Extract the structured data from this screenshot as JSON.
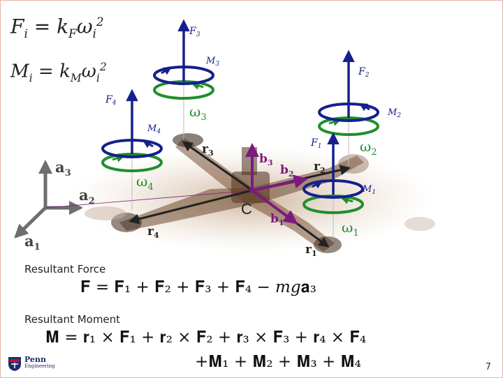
{
  "equations": {
    "force_lhs": "F",
    "force_sub": "i",
    "force_mid": " = k",
    "force_k_sub": "F",
    "force_omega": "ω",
    "force_omega_sub": "i",
    "force_omega_sup": "2",
    "moment_lhs": "M",
    "moment_sub": "i",
    "moment_mid": " = k",
    "moment_k_sub": "M",
    "moment_omega": "ω",
    "moment_omega_sub": "i",
    "moment_omega_sup": "2"
  },
  "headings": {
    "resultant_force": "Resultant Force",
    "resultant_moment": "Resultant Moment"
  },
  "resultant_force_eq": "𝐅 = 𝐅₁ + 𝐅₂ + 𝐅₃ + 𝐅₄ − 𝑚𝑔𝐚₃",
  "resultant_moment_eq_line1": "𝐌 = 𝐫₁ × 𝐅₁ + 𝐫₂ × 𝐅₂ + 𝐫₃ × 𝐅₃ + 𝐫₄ × 𝐅₄",
  "resultant_moment_eq_line2": "+𝐌₁ + 𝐌₂ + 𝐌₃ + 𝐌₄",
  "labels": {
    "F1": "F",
    "F1_sub": "1",
    "F2": "F",
    "F2_sub": "2",
    "F3": "F",
    "F3_sub": "3",
    "F4": "F",
    "F4_sub": "4",
    "M1": "M",
    "M1_sub": "1",
    "M2": "M",
    "M2_sub": "2",
    "M3": "M",
    "M3_sub": "3",
    "M4": "M",
    "M4_sub": "4",
    "w1": "ω",
    "w1_sub": "1",
    "w2": "ω",
    "w2_sub": "2",
    "w3": "ω",
    "w3_sub": "3",
    "w4": "ω",
    "w4_sub": "4",
    "r1": "r",
    "r1_sub": "1",
    "r2": "r",
    "r2_sub": "2",
    "r3": "r",
    "r3_sub": "3",
    "r4": "r",
    "r4_sub": "4",
    "b1": "b",
    "b1_sub": "1",
    "b2": "b",
    "b2_sub": "2",
    "b3": "b",
    "b3_sub": "3",
    "a1": "a",
    "a1_sub": "1",
    "a2": "a",
    "a2_sub": "2",
    "a3": "a",
    "a3_sub": "3",
    "center": "C"
  },
  "logo": {
    "name": "Penn",
    "sub": "Engineering"
  },
  "page_number": "7",
  "colors": {
    "force_blue": "#15208c",
    "omega_green": "#1f8f2b",
    "body_purple": "#7d1a7d",
    "vector_dark": "#222222",
    "world_gray": "#6e6e6e"
  }
}
